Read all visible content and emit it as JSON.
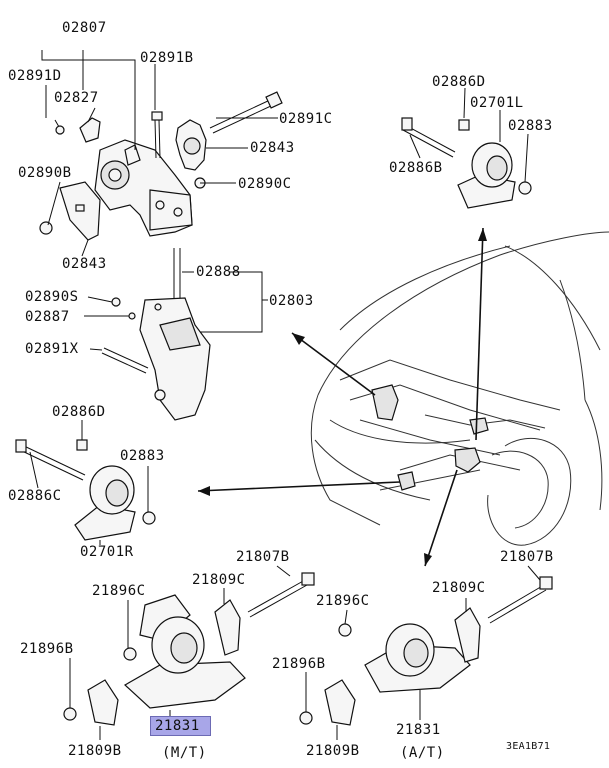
{
  "labels": {
    "l02807": "02807",
    "l02891D": "02891D",
    "l02827": "02827",
    "l02891B": "02891B",
    "l02891C": "02891C",
    "l02843a": "02843",
    "l02890C": "02890C",
    "l02890B": "02890B",
    "l02843b": "02843",
    "l02888": "02888",
    "l02803": "02803",
    "l02890S": "02890S",
    "l02887": "02887",
    "l02891X": "02891X",
    "l02886D_top": "02886D",
    "l02701L": "02701L",
    "l02883_top": "02883",
    "l02886B": "02886B",
    "l02886D_left": "02886D",
    "l02883_left": "02883",
    "l02886C": "02886C",
    "l02701R": "02701R",
    "l21807B_l": "21807B",
    "l21807B_r": "21807B",
    "l21896C_l": "21896C",
    "l21809C_l": "21809C",
    "l21896C_r": "21896C",
    "l21809C_r": "21809C",
    "l21896B_l": "21896B",
    "l21896B_r": "21896B",
    "l21831_mt": "21831",
    "l21831_at": "21831",
    "l21809B_l": "21809B",
    "l21809B_r": "21809B",
    "lMT": "(M/T)",
    "lAT": "(A/T)",
    "lCode": "3EA1B71"
  },
  "colors": {
    "highlight": "#a8a6e8",
    "line": "#111111"
  }
}
